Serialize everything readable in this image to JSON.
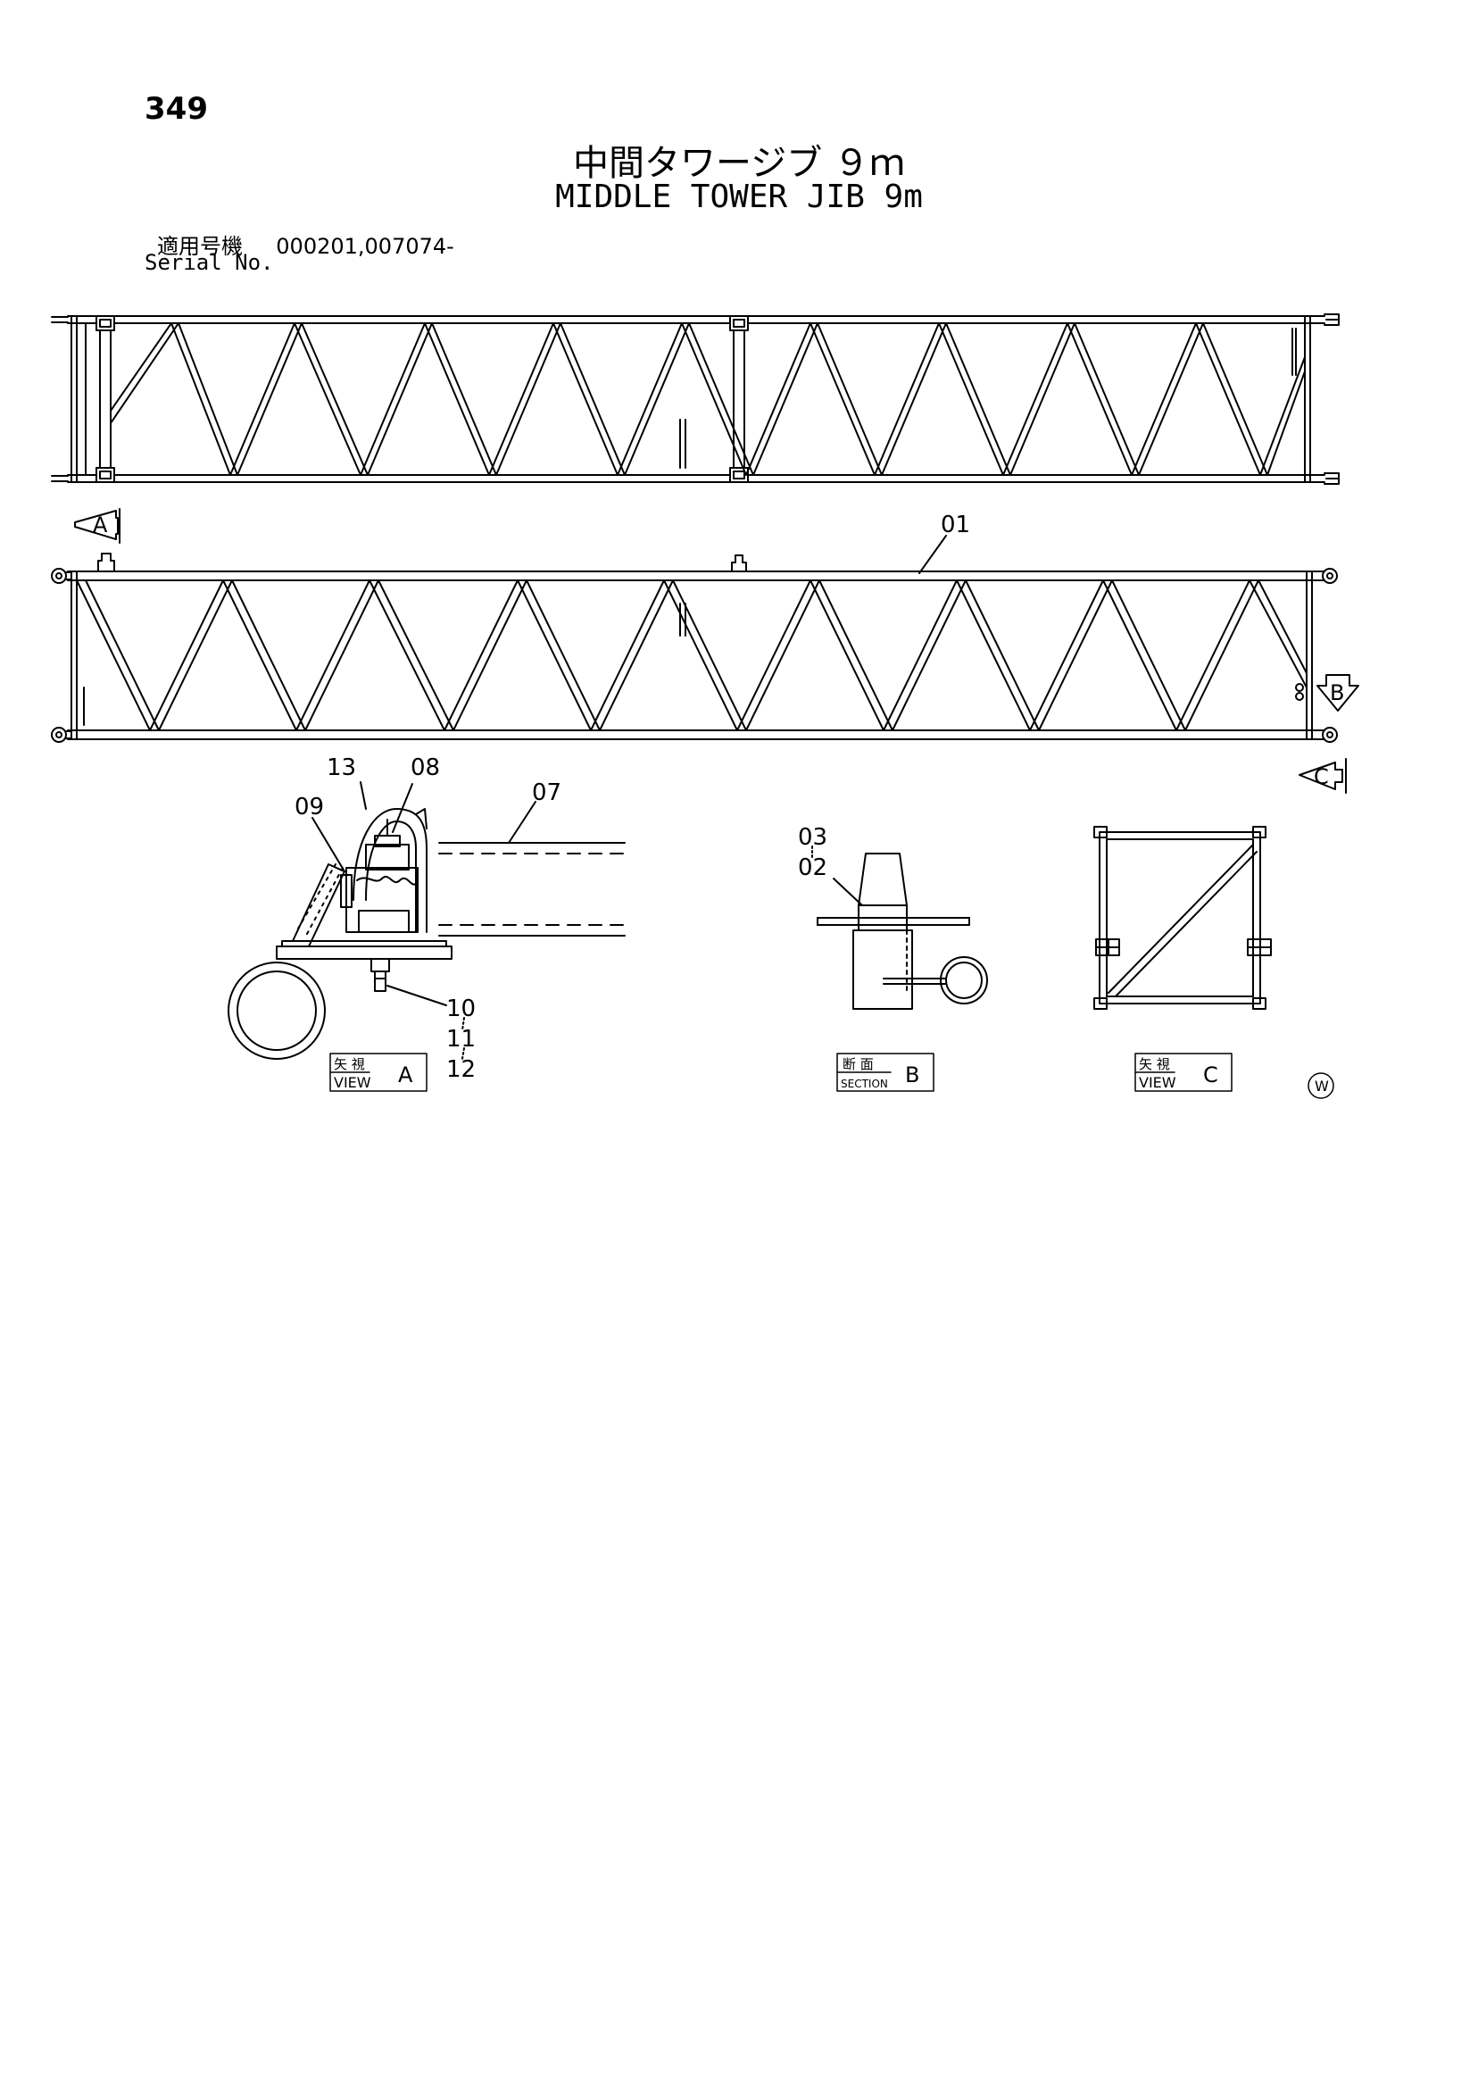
{
  "page_number": "349",
  "title_jp": "中間タワージブ ９ｍ",
  "title_en": "MIDDLE TOWER JIB 9m",
  "serial_label_jp": "適用号機",
  "serial_value": "000201,007074-",
  "serial_label_en": "Serial No.",
  "view_markers": {
    "a": "A",
    "b": "B",
    "c": "C"
  },
  "part_numbers": {
    "p01": "01",
    "p02": "02",
    "p03": "03",
    "p07": "07",
    "p08": "08",
    "p09": "09",
    "p10": "10",
    "p11": "11",
    "p12": "12",
    "p13": "13"
  },
  "view_labels": {
    "view_a_jp": "矢 視",
    "view_a_en": "VIEW",
    "view_a_letter": "A",
    "section_b_jp": "断 面",
    "section_b_en": "SECTION",
    "section_b_letter": "B",
    "view_c_jp": "矢 視",
    "view_c_en": "VIEW",
    "view_c_letter": "C"
  },
  "corner_mark": "W"
}
